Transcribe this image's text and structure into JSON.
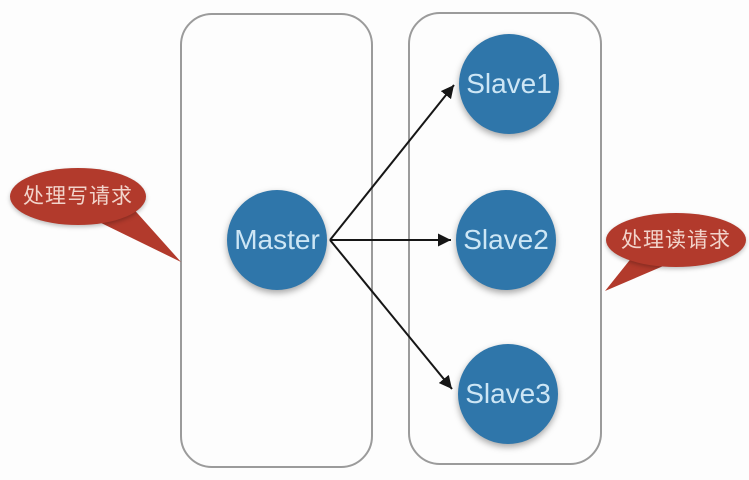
{
  "diagram": {
    "nodes": {
      "master": {
        "label": "Master"
      },
      "slaves": [
        {
          "label": "Slave1"
        },
        {
          "label": "Slave2"
        },
        {
          "label": "Slave3"
        }
      ]
    },
    "edges": [
      {
        "from": "Master",
        "to": "Slave1"
      },
      {
        "from": "Master",
        "to": "Slave2"
      },
      {
        "from": "Master",
        "to": "Slave3"
      }
    ],
    "callouts": {
      "write": {
        "label": "处理写请求"
      },
      "read": {
        "label": "处理读请求"
      }
    },
    "colors": {
      "node_fill": "#2f76aa",
      "node_text": "#cde6f5",
      "callout_fill": "#b23a2c",
      "callout_text": "#f2d4cb",
      "group_border": "#9b9b9b",
      "arrow": "#161616",
      "background": "#fdfdfd"
    }
  }
}
